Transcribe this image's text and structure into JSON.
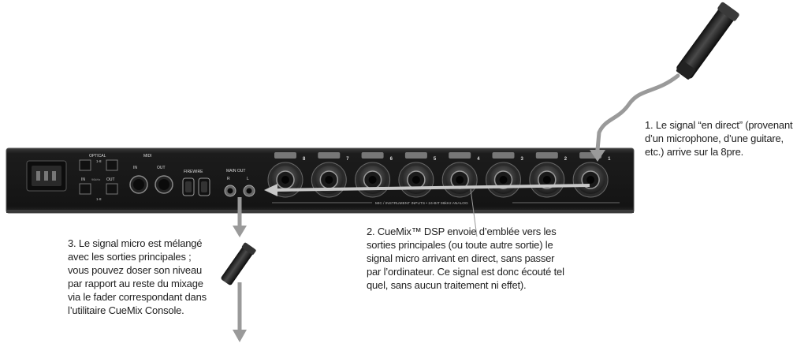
{
  "panel": {
    "optical": "OPTICAL",
    "opt_ch_top": "1-8",
    "opt_in": "IN",
    "opt_out": "OUT",
    "opt_rate": "96kHz",
    "opt_ch_bottom": "1-8",
    "midi": "MIDI",
    "midi_in": "IN",
    "midi_out": "OUT",
    "firewire": "FIREWIRE",
    "main_out": "MAIN OUT",
    "main_r": "R",
    "main_l": "L",
    "inputs_label": "MIC / INSTRUMENT INPUTS • 24-BIT 96kHz ANALOG",
    "channels": [
      "8",
      "7",
      "6",
      "5",
      "4",
      "3",
      "2",
      "1"
    ]
  },
  "captions": {
    "step1": [
      "1. Le signal “en direct” (provenant",
      "d’un microphone, d’une guitare,",
      "etc.) arrive sur la 8pre."
    ],
    "step2": [
      "2. CueMix™ DSP envoie d’emblée vers les",
      "sorties principales (ou toute autre sortie) le",
      "signal micro arrivant en direct, sans passer",
      "par l’ordinateur. Ce signal est donc écouté tel",
      "quel, sans aucun traitement ni effet)."
    ],
    "step3": [
      "3. Le signal micro est mélangé",
      "avec les sorties principales ;",
      "vous pouvez doser son niveau",
      "par rapport au reste du mixage",
      "via le fader correspondant dans",
      "l’utilitaire CueMix Console."
    ]
  }
}
